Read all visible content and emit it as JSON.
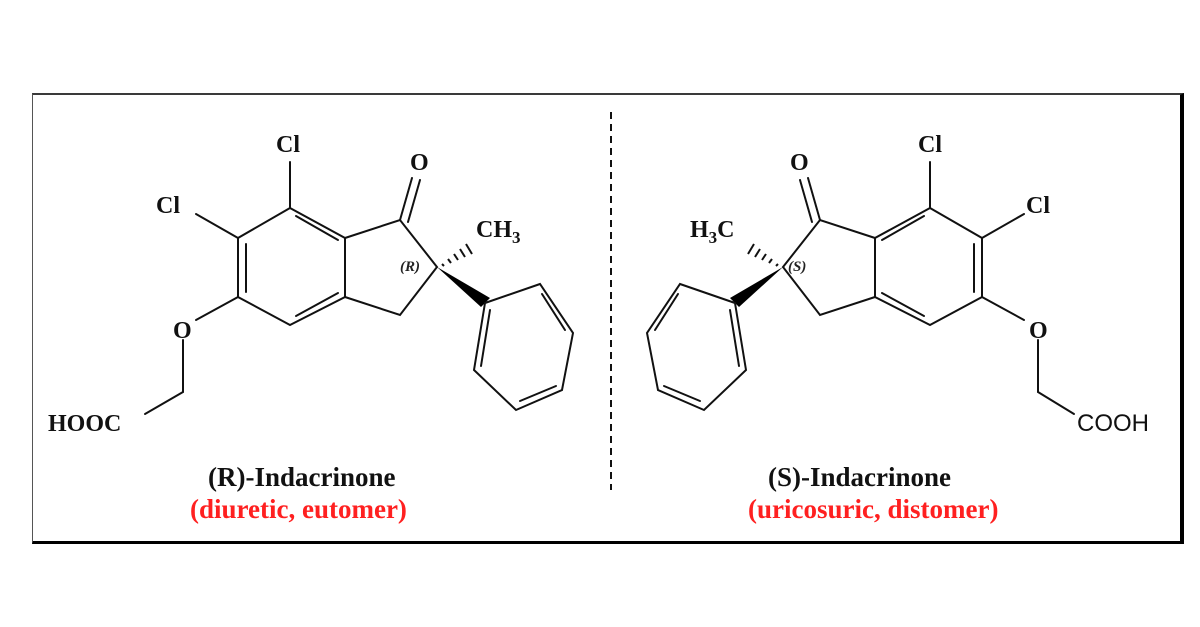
{
  "figure": {
    "accent_color": "#ff2020",
    "separator": "dashed-vertical-line",
    "left_molecule": {
      "name": "(R)-Indacrinone",
      "role": "(diuretic, eutomer)",
      "stereo_label": "(R)",
      "atoms": {
        "cl_top": "Cl",
        "cl_left": "Cl",
        "ketone_o": "O",
        "methyl": "CH",
        "methyl_sub": "3",
        "ether_o": "O",
        "acid": "HOOC"
      }
    },
    "right_molecule": {
      "name": "(S)-Indacrinone",
      "role": "(uricosuric, distomer)",
      "stereo_label": "(S)",
      "atoms": {
        "cl_top": "Cl",
        "cl_right": "Cl",
        "ketone_o": "O",
        "methyl_h": "H",
        "methyl_sub": "3",
        "methyl_c": "C",
        "ether_o": "O",
        "acid": "COOH"
      }
    }
  }
}
